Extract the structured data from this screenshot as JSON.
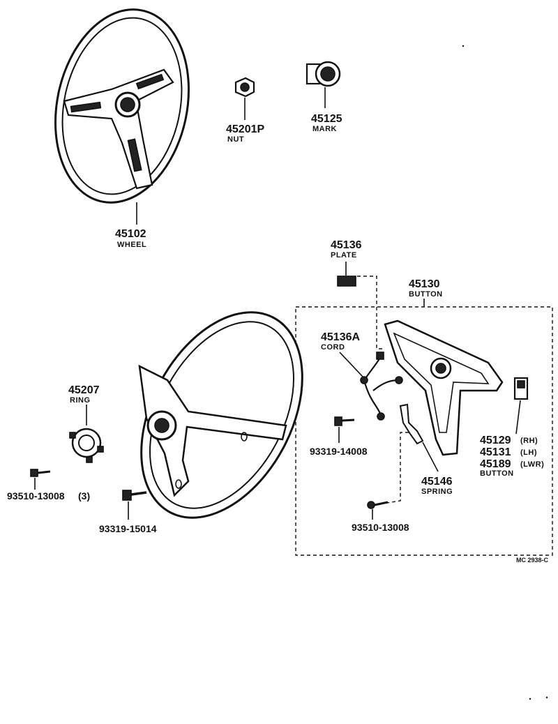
{
  "diagram_ref": "MC 2938-C",
  "parts": {
    "wheel_top": {
      "number": "45102",
      "name": "WHEEL"
    },
    "nut": {
      "number": "45201P",
      "name": "NUT"
    },
    "mark": {
      "number": "45125",
      "name": "MARK"
    },
    "plate": {
      "number": "45136",
      "name": "PLATE"
    },
    "button_assy": {
      "number": "45130",
      "name": "BUTTON"
    },
    "cord": {
      "number": "45136A",
      "name": "CORD"
    },
    "ring": {
      "number": "45207",
      "name": "RING"
    },
    "screw_14008": {
      "number": "93319-14008"
    },
    "screw_13008_3": {
      "number": "93510-13008",
      "qty": "(3)"
    },
    "screw_15014": {
      "number": "93319-15014"
    },
    "spring": {
      "number": "45146",
      "name": "SPRING"
    },
    "screw_13008": {
      "number": "93510-13008"
    },
    "side_buttons": {
      "items": [
        {
          "number": "45129",
          "side": "(RH)"
        },
        {
          "number": "45131",
          "side": "(LH)"
        },
        {
          "number": "45189",
          "side": "(LWR)"
        }
      ],
      "name": "BUTTON"
    }
  }
}
